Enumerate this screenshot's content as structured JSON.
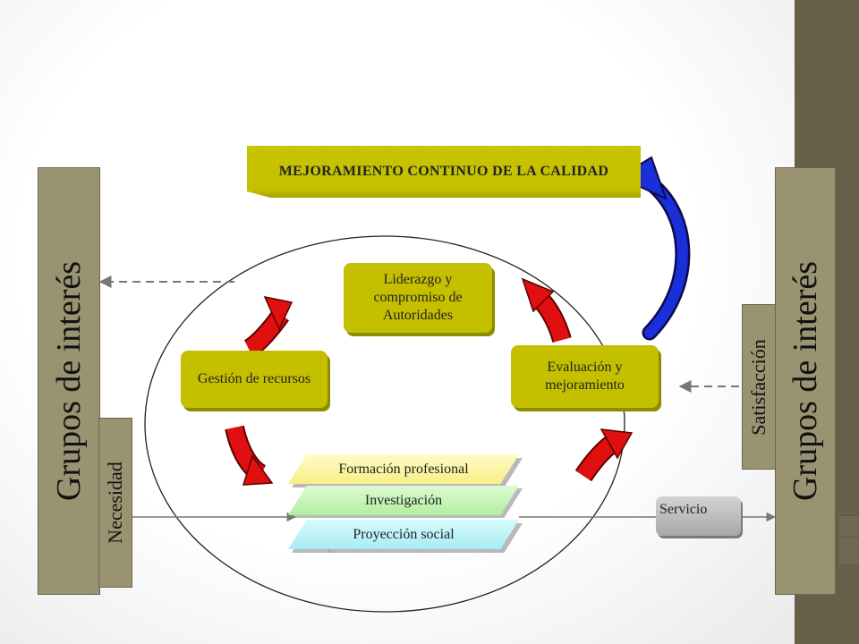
{
  "title": "MEJORAMIENTO CONTINUO DE LA CALIDAD",
  "left_panel": {
    "label": "Grupos de interés",
    "sub_label": "Necesidad"
  },
  "right_panel": {
    "label": "Grupos de interés",
    "sub_label": "Satisfacción"
  },
  "cycle": {
    "top": "Liderazgo y compromiso de Autoridades",
    "left": "Gestión de recursos",
    "right": "Evaluación y mejoramiento"
  },
  "processes": [
    "Formación profesional",
    "Investigación",
    "Proyección social"
  ],
  "output": "Servicio",
  "colors": {
    "olive": "#c4c000",
    "bar": "#9a9371",
    "band": "#675f4a",
    "red_arrow": "#e01010",
    "blue_arrow": "#1a2fd8",
    "ribbon_yellow": "#fbf7a0",
    "ribbon_green": "#c7f5b4",
    "ribbon_cyan": "#b8f2f6"
  }
}
